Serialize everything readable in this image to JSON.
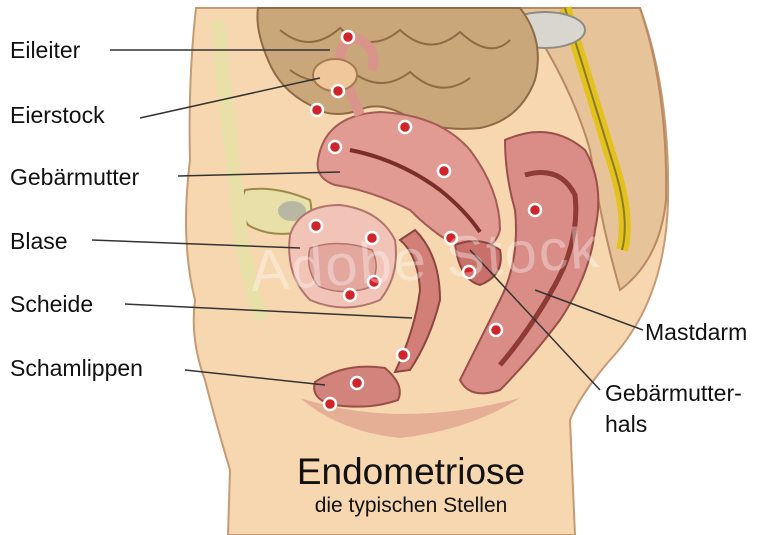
{
  "labels": {
    "eileiter": "Eileiter",
    "eierstock": "Eierstock",
    "gebaermutter": "Gebärmutter",
    "blase": "Blase",
    "scheide": "Scheide",
    "schamlippen": "Schamlippen",
    "mastdarm": "Mastdarm",
    "gebaermutterhals_line1": "Gebärmutter-",
    "gebaermutterhals_line2": "hals"
  },
  "title": "Endometriose",
  "subtitle": "die typischen Stellen",
  "watermark": "Adobe Stock",
  "colors": {
    "skin": "#F6D7B0",
    "intestine": "#C9A77A",
    "uterus": "#E29B93",
    "rectum": "#D98D86",
    "lesion": "#D0242A",
    "spine": "#E8DFA9",
    "nerve": "#E3C21D"
  }
}
